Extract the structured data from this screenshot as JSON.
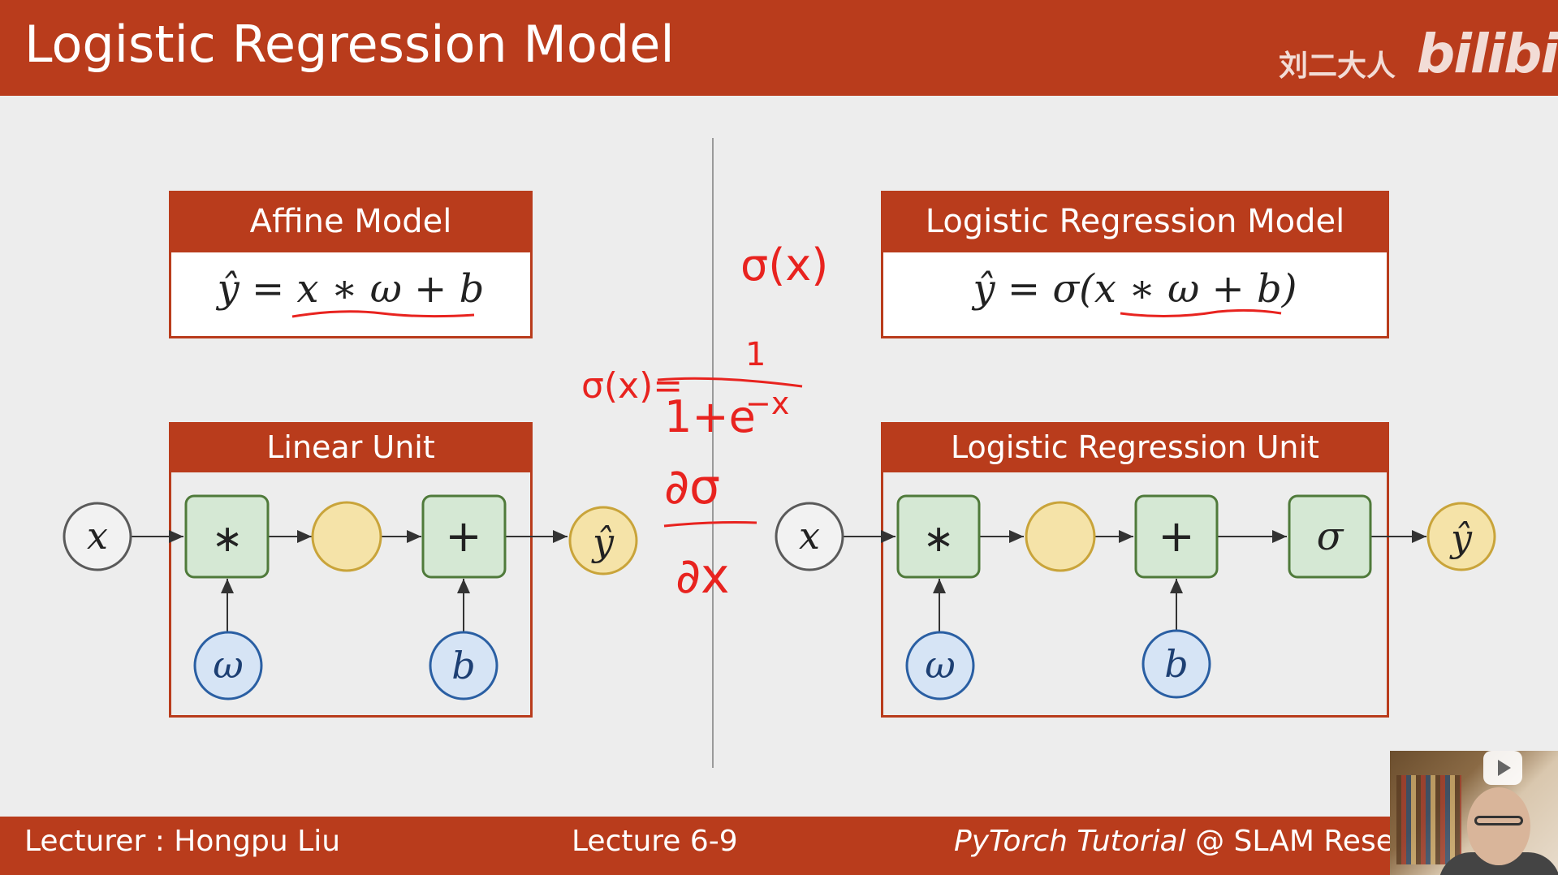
{
  "header": {
    "title": "Logistic Regression Model",
    "watermark_name": "刘二大人",
    "watermark_logo": "bilibili"
  },
  "left": {
    "model_box": {
      "title": "Affine Model",
      "formula": "ŷ = x ∗ ω + b"
    },
    "unit_box": {
      "title": "Linear Unit",
      "input": "x",
      "mul": "∗",
      "add": "+",
      "weight": "ω",
      "bias": "b",
      "output": "ŷ"
    }
  },
  "right": {
    "model_box": {
      "title": "Logistic Regression Model",
      "formula": "ŷ = σ(x ∗ ω + b)"
    },
    "unit_box": {
      "title": "Logistic Regression Unit",
      "input": "x",
      "mul": "∗",
      "add": "+",
      "sigma": "σ",
      "weight": "ω",
      "bias": "b",
      "output": "ŷ"
    }
  },
  "annotations": {
    "sigma_x": "σ(x)",
    "sigmoid_lhs": "σ(x)=",
    "sigmoid_num": "1",
    "sigmoid_den": "1+e",
    "sigmoid_exp": "−x",
    "deriv_num": "∂σ",
    "deriv_den": "∂x",
    "ink_color": "#e8231f"
  },
  "footer": {
    "lecturer": "Lecturer : Hongpu Liu",
    "lecture": "Lecture 6-9",
    "course_italic": "PyTorch Tutorial",
    "course_rest": " @ SLAM Resea"
  },
  "colors": {
    "header": "#b93c1c",
    "box_green_fill": "#d5e8d4",
    "box_green_stroke": "#4f7a3a",
    "node_yellow_fill": "#f5e3a8",
    "node_yellow_stroke": "#c9a43a",
    "node_blue_fill": "#d6e4f5",
    "node_blue_stroke": "#2a5fa3",
    "node_grey_fill": "#f2f2f2",
    "node_grey_stroke": "#5a5a5a"
  }
}
